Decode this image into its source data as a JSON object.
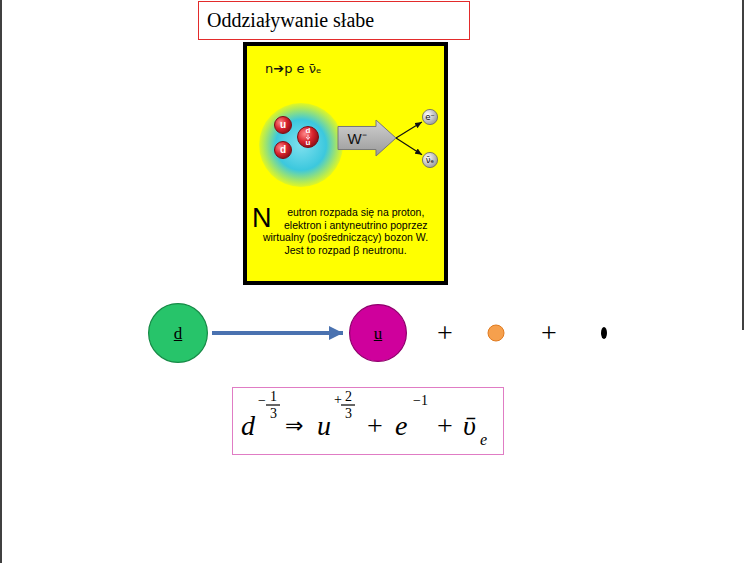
{
  "diagram": {
    "title": "Oddziaływanie słabe",
    "nodes": [
      {
        "text": [
          "n➔p e ν̄ₑ",
          "Neutron rozpada się na proton, elektron i antyneutrino poprzez wirtualny (pośredniczący) bozon W. Jest to rozpad β neutronu."
        ]
      },
      {
        "text": [
          "u"
        ],
        "in": 0
      },
      {
        "text": [
          "d"
        ],
        "in": 0
      },
      {
        "text": [
          "d",
          "u"
        ],
        "in": 0
      },
      {
        "text": [
          "W⁻"
        ],
        "in": 0
      },
      {
        "text": [
          "e⁻"
        ],
        "in": 0
      },
      {
        "text": [
          "ν̄ₑ"
        ],
        "in": 0
      },
      {
        "text": [
          "d"
        ]
      },
      {
        "text": [
          "u"
        ]
      },
      {
        "text": [
          "d",
          "−",
          "1",
          "3",
          "⇒",
          "u",
          "+",
          "2",
          "3",
          "+",
          "e",
          "−1",
          "+",
          "ῡ",
          "e"
        ]
      }
    ],
    "edges": [
      {
        "from": 4,
        "to": 5,
        "arrow": "to"
      },
      {
        "from": 4,
        "to": 6,
        "arrow": "to"
      },
      {
        "from": 7,
        "to": 8,
        "arrow": "to"
      }
    ],
    "labels": [
      "+",
      "+"
    ]
  }
}
